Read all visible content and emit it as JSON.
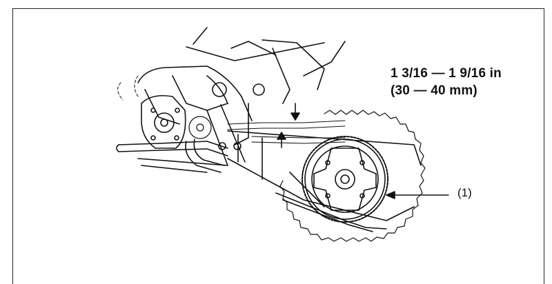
{
  "spec": {
    "slack_inches": "1 3/16 — 1 9/16 in",
    "slack_mm": "(30 — 40 mm)"
  },
  "callouts": {
    "drive_chain": "(1)"
  },
  "colors": {
    "ink": "#111111",
    "background": "#ffffff"
  }
}
